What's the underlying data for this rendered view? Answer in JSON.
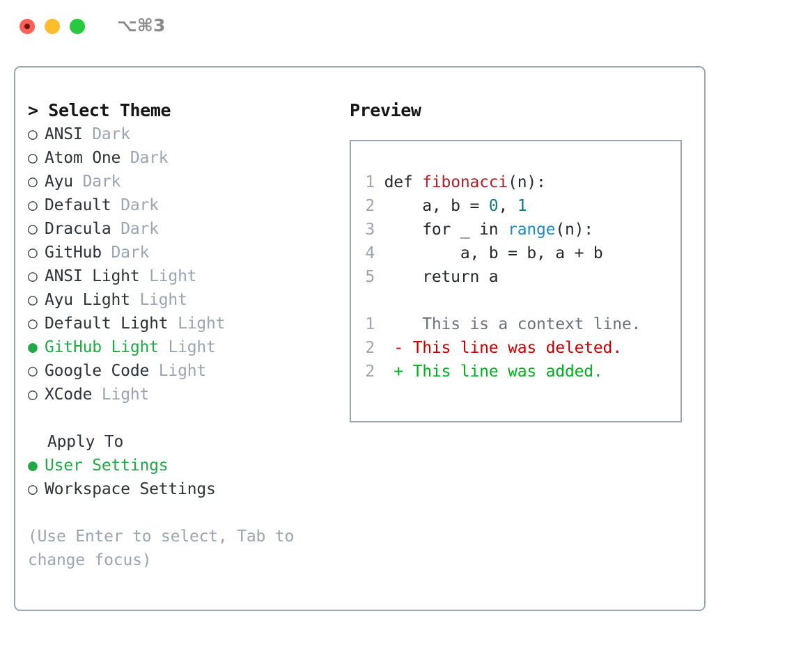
{
  "window": {
    "shortcut": "⌥⌘3",
    "traffic_lights": [
      "close-red",
      "minimize-yellow",
      "maximize-green"
    ],
    "colors": {
      "border": "#9aa5b1",
      "accent_green": "#22a845",
      "muted": "#9aa5b1",
      "text": "#2c3338"
    }
  },
  "theme_panel": {
    "header": "> Select Theme",
    "items": [
      {
        "bullet": "○",
        "name": "ANSI",
        "tag": "Dark",
        "selected": false
      },
      {
        "bullet": "○",
        "name": "Atom One",
        "tag": "Dark",
        "selected": false
      },
      {
        "bullet": "○",
        "name": "Ayu",
        "tag": "Dark",
        "selected": false
      },
      {
        "bullet": "○",
        "name": "Default",
        "tag": "Dark",
        "selected": false
      },
      {
        "bullet": "○",
        "name": "Dracula",
        "tag": "Dark",
        "selected": false
      },
      {
        "bullet": "○",
        "name": "GitHub",
        "tag": "Dark",
        "selected": false
      },
      {
        "bullet": "○",
        "name": "ANSI Light",
        "tag": "Light",
        "selected": false
      },
      {
        "bullet": "○",
        "name": "Ayu Light",
        "tag": "Light",
        "selected": false
      },
      {
        "bullet": "○",
        "name": "Default Light",
        "tag": "Light",
        "selected": false
      },
      {
        "bullet": "●",
        "name": "GitHub Light",
        "tag": "Light",
        "selected": true
      },
      {
        "bullet": "○",
        "name": "Google Code",
        "tag": "Light",
        "selected": false
      },
      {
        "bullet": "○",
        "name": "XCode",
        "tag": "Light",
        "selected": false
      }
    ]
  },
  "apply_to": {
    "header": "Apply To",
    "options": [
      {
        "bullet": "●",
        "label": "User Settings",
        "selected": true
      },
      {
        "bullet": "○",
        "label": "Workspace Settings",
        "selected": false
      }
    ]
  },
  "hint": "(Use Enter to select, Tab to change focus)",
  "preview": {
    "header": "Preview",
    "code_lines": [
      {
        "number": "1",
        "parts": [
          {
            "text": "def ",
            "type": "plain"
          },
          {
            "text": "fibonacci",
            "type": "function"
          },
          {
            "text": "(n):",
            "type": "plain"
          }
        ]
      },
      {
        "number": "2",
        "parts": [
          {
            "text": "    a, b = ",
            "type": "plain"
          },
          {
            "text": "0",
            "type": "number"
          },
          {
            "text": ", ",
            "type": "plain"
          },
          {
            "text": "1",
            "type": "number"
          }
        ]
      },
      {
        "number": "3",
        "parts": [
          {
            "text": "    for _ in ",
            "type": "plain"
          },
          {
            "text": "range",
            "type": "call"
          },
          {
            "text": "(n):",
            "type": "plain"
          }
        ]
      },
      {
        "number": "4",
        "parts": [
          {
            "text": "        a, b = b, a + b",
            "type": "plain"
          }
        ]
      },
      {
        "number": "5",
        "parts": [
          {
            "text": "    return a",
            "type": "plain"
          }
        ]
      }
    ],
    "diff_lines": [
      {
        "number": "1",
        "marker": " ",
        "text": "  This is a context line.",
        "kind": "context"
      },
      {
        "number": "2",
        "marker": "-",
        "text": " This line was deleted.",
        "kind": "deleted"
      },
      {
        "number": "2",
        "marker": "+",
        "text": " This line was added.",
        "kind": "added"
      }
    ]
  }
}
